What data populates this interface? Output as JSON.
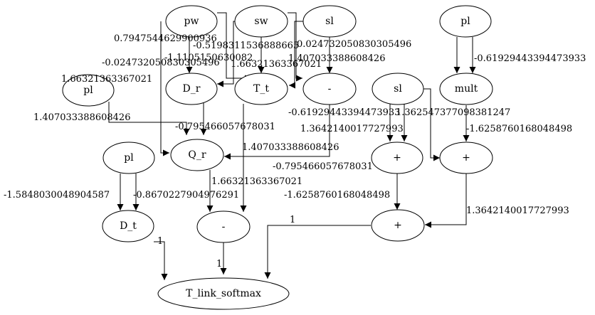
{
  "nodes": {
    "pw": "pw",
    "sw": "sw",
    "sl_top": "sl",
    "pl_top_right": "pl",
    "pl_left": "pl",
    "D_r": "D_r",
    "T_t": "T_t",
    "minus_top": "-",
    "sl_mid": "sl",
    "mult": "mult",
    "pl_mid_left": "pl",
    "Q_r": "Q_r",
    "plus_a": "+",
    "plus_b": "+",
    "D_t": "D_t",
    "minus_bottom": "-",
    "plus_c": "+",
    "T_link_softmax": "T_link_softmax"
  },
  "edge_labels": {
    "e1": "0.7947544629900936",
    "e2": "-0.5198311536888665",
    "e3": "0.024732050830305496",
    "e4": "-0.024732050830305496",
    "e5": "-1.1105150630082",
    "e6": "1.66321363367021",
    "e7": "1.407033388608426",
    "e8": "-0.61929443394473933",
    "e9": "1.66321363367021",
    "e10": "1.407033388608426",
    "e11": "-0.795466057678031",
    "e12": "-0.61929443394473933",
    "e13": "1.362547377098381247",
    "e14": "1.3642140017727993",
    "e15": "1.407033388608426",
    "e16": "-1.6258760168048498",
    "e17": "-0.795466057678031",
    "e18": "1.66321363367021",
    "e19": "-1.5848030048904587",
    "e20": "-0.8670227904976291",
    "e21": "-1.6258760168048498",
    "e22": "1.3642140017727993",
    "e23": "1",
    "e24": "1",
    "e25": "1"
  }
}
